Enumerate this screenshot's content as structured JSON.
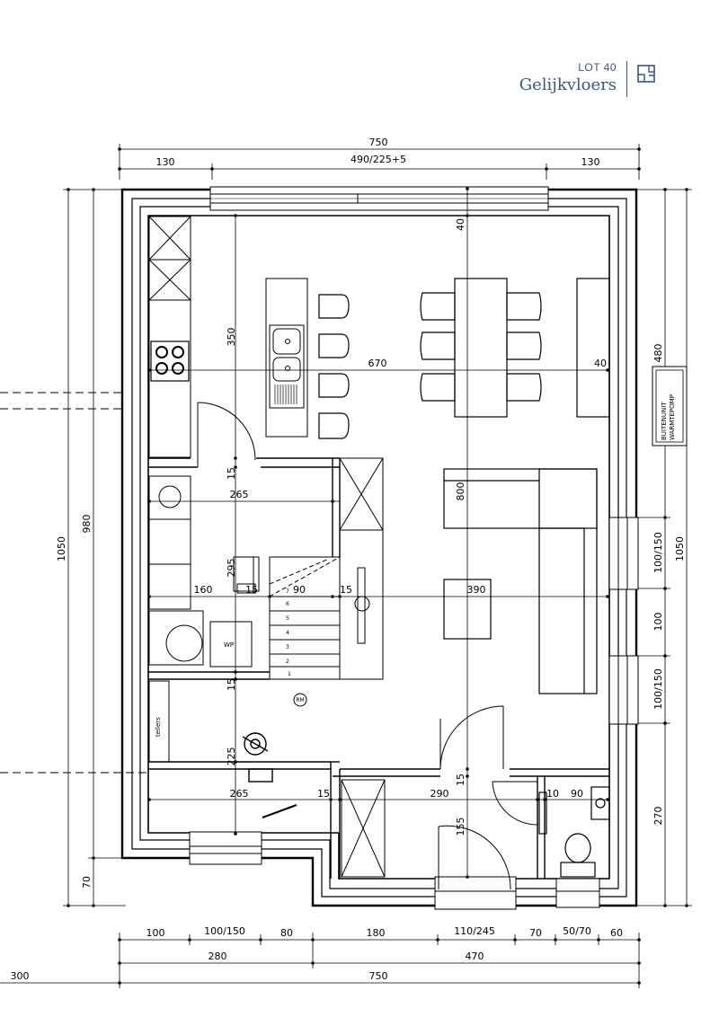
{
  "header": {
    "lot": "LOT 40",
    "title": "Gelijkvloers"
  },
  "dimensions": {
    "top_total": "750",
    "top_left": "130",
    "top_mid": "490/225+5",
    "top_right": "130",
    "left_1050": "1050",
    "left_980": "980",
    "left_70": "70",
    "right_480": "480",
    "right_100_150_a": "100/150",
    "right_100": "100",
    "right_100_150_b": "100/150",
    "right_1050": "1050",
    "right_270": "270",
    "bot1": [
      "100",
      "100/150",
      "80",
      "180",
      "110/245",
      "70",
      "50/70",
      "60"
    ],
    "bot2_left": "280",
    "bot2_right": "470",
    "bot3_offset": "300",
    "bot3_total": "750"
  },
  "interior": {
    "d350": "350",
    "d40_top": "40",
    "d670": "670",
    "d40_right": "40",
    "d15_a": "15",
    "d265_a": "265",
    "d800": "800",
    "d295": "295",
    "d15_b": "15",
    "d90": "90",
    "d15_c": "15",
    "d160": "160",
    "d390": "390",
    "d15_d": "15",
    "d225": "225",
    "d265_b": "265",
    "d15_e": "15",
    "d290": "290",
    "d15_f": "15",
    "d10": "10",
    "d90_b": "90",
    "d155": "155"
  },
  "labels": {
    "wp": "WP",
    "rm": "RM",
    "buitenunit": "BUITENUNIT",
    "warmtepomp": "WARMTEPOMP",
    "tellers": "tellers",
    "steps": [
      "1",
      "2",
      "3",
      "4",
      "5",
      "6",
      "7"
    ]
  },
  "colors": {
    "header": "#3a5680",
    "line": "#000000"
  }
}
